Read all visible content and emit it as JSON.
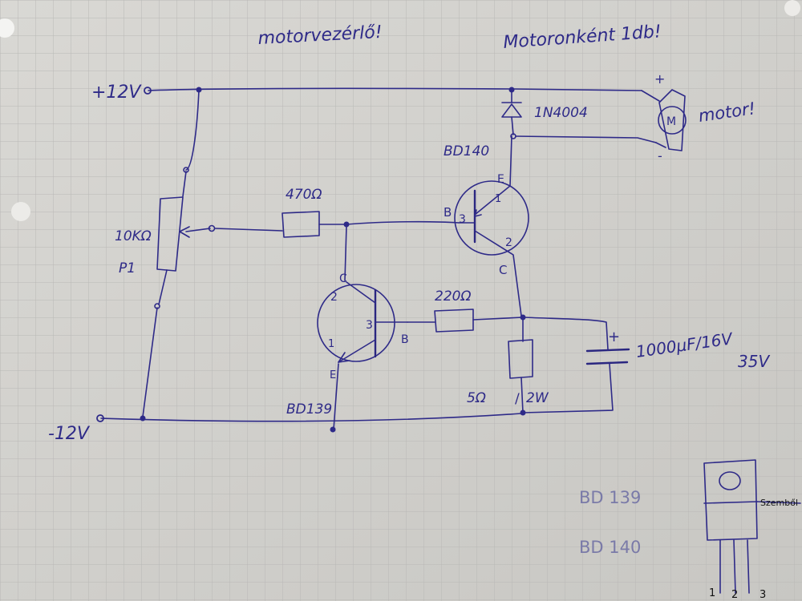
{
  "title_left": "motorvezérlő!",
  "title_right": "Motoronként 1db!",
  "supply_plus": "+12V",
  "supply_minus": "-12V",
  "diode_label": "1N4004",
  "motor_symbol": "M",
  "motor_label": "motor!",
  "motor_plus": "+",
  "motor_minus": "-",
  "q1_part": "BD140",
  "q1_pin_e": "E",
  "q1_pin_b": "B",
  "q1_pin_c": "C",
  "q1_pin_1": "1",
  "q1_pin_2": "2",
  "q1_pin_3": "3",
  "q2_part": "BD139",
  "q2_pin_c": "C",
  "q2_pin_b": "B",
  "q2_pin_e": "E",
  "q2_pin_1": "1",
  "q2_pin_2": "2",
  "q2_pin_3": "3",
  "r_base": "470Ω",
  "r_q2_base": "220Ω",
  "r_load": "5Ω",
  "r_load_power": "2W",
  "pot_value": "10KΩ",
  "pot_ref": "P1",
  "cap_value": "1000μF/16V",
  "cap_value_alt": "35V",
  "cap_plus": "+",
  "pinout_part_a": "BD 139",
  "pinout_part_b": "BD 140",
  "pinout_label": "Szemből",
  "pinout_pin_1": "1",
  "pinout_pin_2": "2",
  "pinout_pin_3": "3"
}
